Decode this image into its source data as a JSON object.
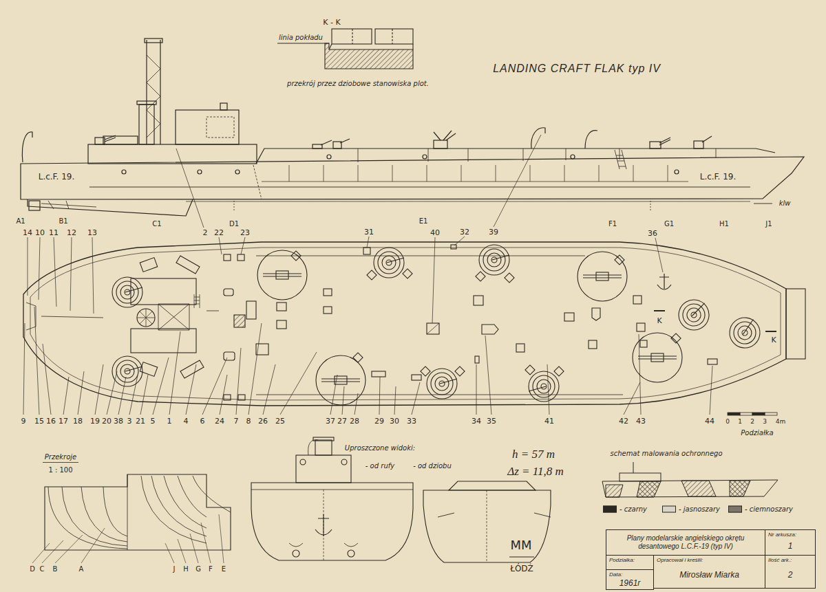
{
  "diagram": {
    "title": "LANDING CRAFT FLAK typ IV",
    "nodes": [
      {
        "text": [
          "Plany modelarskie angielskiego okrętu desantowego L.C.F.-19 (typ IV)"
        ]
      },
      {
        "text": [
          "Nr arkusza:",
          "1"
        ]
      },
      {
        "text": [
          "Podziałka:"
        ]
      },
      {
        "text": [
          "Data:",
          "1961r"
        ]
      },
      {
        "text": [
          "Opracował i kreślił:",
          "Mirosław Miarka"
        ]
      },
      {
        "text": [
          "Ilość ark.:",
          "2"
        ]
      }
    ],
    "labels": [
      "K - K",
      "linia pokładu",
      "przekrój przez dziobowe stanowiska plot.",
      "L.c.F. 19.",
      "L.c.F. 19.",
      "klw",
      "A1",
      "B1",
      "C1",
      "D1",
      "E1",
      "F1",
      "G1",
      "H1",
      "J1",
      "14",
      "10",
      "11",
      "12",
      "13",
      "2",
      "22",
      "23",
      "31",
      "40",
      "32",
      "39",
      "36",
      "9",
      "15",
      "16",
      "17",
      "18",
      "19",
      "20",
      "38",
      "3",
      "21",
      "5",
      "1",
      "4",
      "6",
      "24",
      "7",
      "8",
      "26",
      "25",
      "37",
      "27",
      "28",
      "29",
      "30",
      "33",
      "34",
      "35",
      "41",
      "42",
      "43",
      "44",
      "K",
      "K",
      "0",
      "1",
      "2",
      "3",
      "4m",
      "Podziałka",
      "h = 57 m",
      "Δz = 11,8 m",
      "Uproszczone widoki:",
      "- od rufy",
      "- od dziobu",
      "schemat malowania ochronnego",
      "Przekroje",
      "1 : 100",
      "D",
      "C",
      "B",
      "A",
      "J",
      "H",
      "G",
      "F",
      "E",
      "MM",
      "ŁÓDŹ"
    ],
    "legend": [
      {
        "text": "- czarny",
        "color": "#2b2722"
      },
      {
        "text": "- jasnoszary",
        "color": "#d9d4c8"
      },
      {
        "text": "- ciemnoszary",
        "color": "#7d746a"
      }
    ]
  }
}
